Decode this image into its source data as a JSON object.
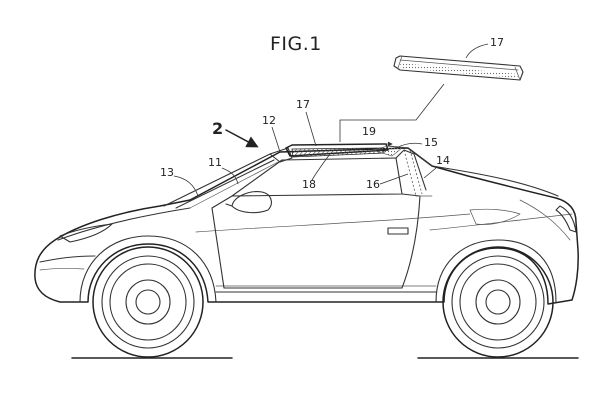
{
  "figure": {
    "title": "FIG.1"
  },
  "labels": {
    "ref_2": "2",
    "ref_11": "11",
    "ref_12": "12",
    "ref_13": "13",
    "ref_14": "14",
    "ref_15": "15",
    "ref_16": "16",
    "ref_17_roof": "17",
    "ref_17_removed": "17",
    "ref_18": "18",
    "ref_19": "19"
  }
}
